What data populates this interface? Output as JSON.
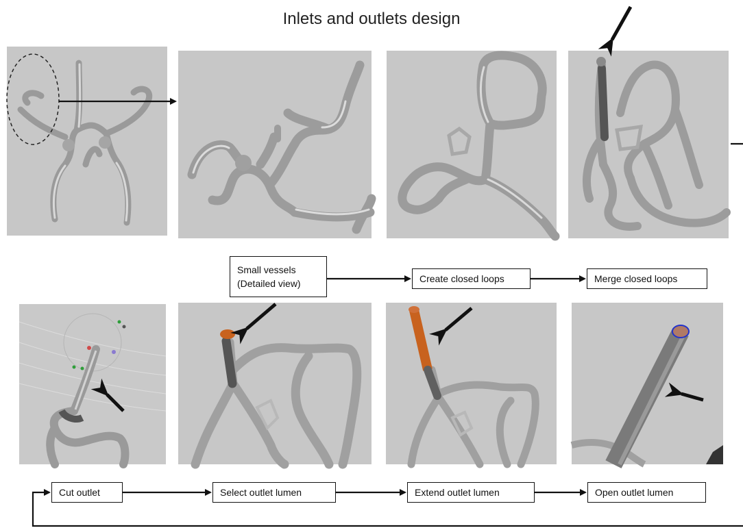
{
  "figure": {
    "title": "Inlets and outlets design"
  },
  "steps_row1": [
    {
      "id": "small-vessels",
      "label": "Small vessels\n(Detailed view)"
    },
    {
      "id": "create-closed-loops",
      "label": "Create closed loops"
    },
    {
      "id": "merge-closed-loops",
      "label": "Merge closed loops"
    }
  ],
  "steps_row2": [
    {
      "id": "cut-outlet",
      "label": "Cut outlet"
    },
    {
      "id": "select-outlet-lumen",
      "label": "Select outlet lumen"
    },
    {
      "id": "extend-outlet-lumen",
      "label": "Extend outlet lumen"
    },
    {
      "id": "open-outlet-lumen",
      "label": "Open outlet lumen"
    }
  ],
  "colors": {
    "panel_background": "#c7c7c7",
    "vessel": "#aeaeae",
    "vessel_dark": "#5c5c5c",
    "outlet_highlight": "#c8621e",
    "arrow": "#111111"
  }
}
